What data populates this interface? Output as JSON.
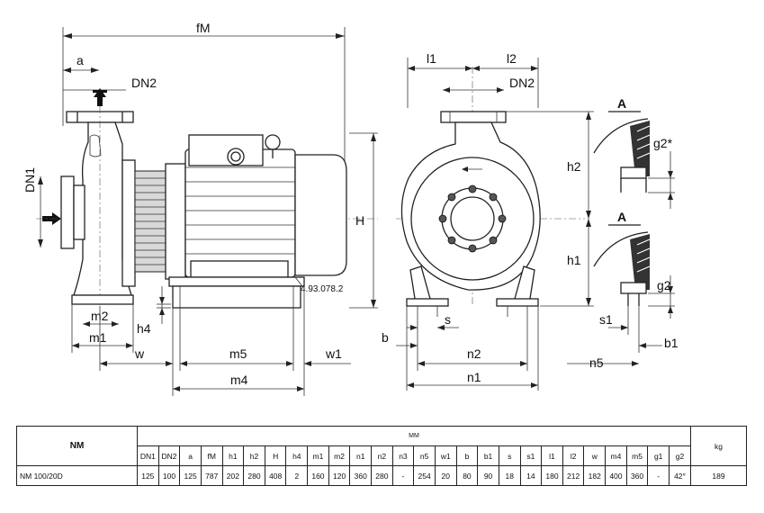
{
  "drawing": {
    "labels": {
      "fM": "fM",
      "a": "a",
      "dn2": "DN2",
      "dn1": "DN1",
      "H": "H",
      "m2": "m2",
      "m1": "m1",
      "h4": "h4",
      "w": "w",
      "m5": "m5",
      "w1": "w1",
      "m4": "m4",
      "ref": "4.93.078.2",
      "l1": "l1",
      "l2": "l2",
      "dn2_front": "DN2",
      "h2": "h2",
      "h1": "h1",
      "b": "b",
      "s": "s",
      "n2": "n2",
      "n1": "n1",
      "A_top": "A",
      "A_bottom": "A",
      "g2_star": "g2*",
      "g2": "g2",
      "s1": "s1",
      "b1": "b1",
      "n5": "n5"
    }
  },
  "table": {
    "model_header": "NM",
    "unit_mm": "MM",
    "unit_kg": "kg",
    "columns": [
      "DN1",
      "DN2",
      "a",
      "fM",
      "h1",
      "h2",
      "H",
      "h4",
      "m1",
      "m2",
      "n1",
      "n2",
      "n3",
      "n5",
      "w1",
      "b",
      "b1",
      "s",
      "s1",
      "l1",
      "l2",
      "w",
      "m4",
      "m5",
      "g1",
      "g2"
    ],
    "rows": [
      {
        "model": "NM 100/20D",
        "values": [
          "125",
          "100",
          "125",
          "787",
          "202",
          "280",
          "408",
          "2",
          "160",
          "120",
          "360",
          "280",
          "-",
          "254",
          "20",
          "80",
          "90",
          "18",
          "14",
          "180",
          "212",
          "182",
          "400",
          "360",
          "-",
          "42°"
        ],
        "kg": "189"
      }
    ]
  }
}
